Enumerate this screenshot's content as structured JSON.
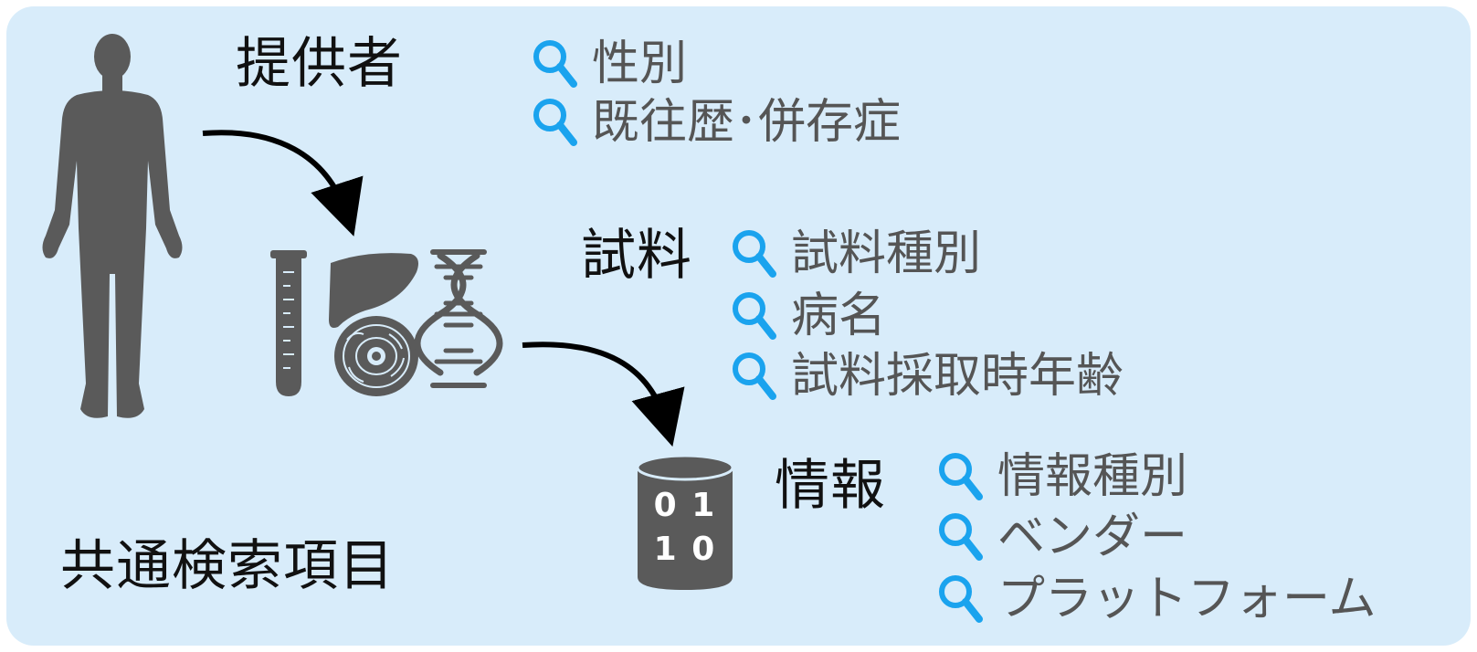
{
  "colors": {
    "panel_bg": "#d8ecfa",
    "icon_dark": "#5a5a5a",
    "search_icon": "#1aa3ee",
    "title_text": "#111111",
    "item_text": "#555555"
  },
  "sections": {
    "donor": {
      "title": "提供者",
      "items": [
        "性別",
        "既往歴･併存症"
      ]
    },
    "sample": {
      "title": "試料",
      "items": [
        "試料種別",
        "病名",
        "試料採取時年齢"
      ]
    },
    "info": {
      "title": "情報",
      "items": [
        "情報種別",
        "ベンダー",
        "プラットフォーム"
      ]
    }
  },
  "footer_title": "共通検索項目",
  "database_digits": {
    "row1": "0 1",
    "row2": "1 0"
  },
  "icons": {
    "person": "person-silhouette-icon",
    "test_tube": "test-tube-icon",
    "liver": "liver-icon",
    "cell": "cell-icon",
    "dna": "dna-helix-icon",
    "database": "database-cylinder-icon",
    "search": "magnifier-icon"
  }
}
